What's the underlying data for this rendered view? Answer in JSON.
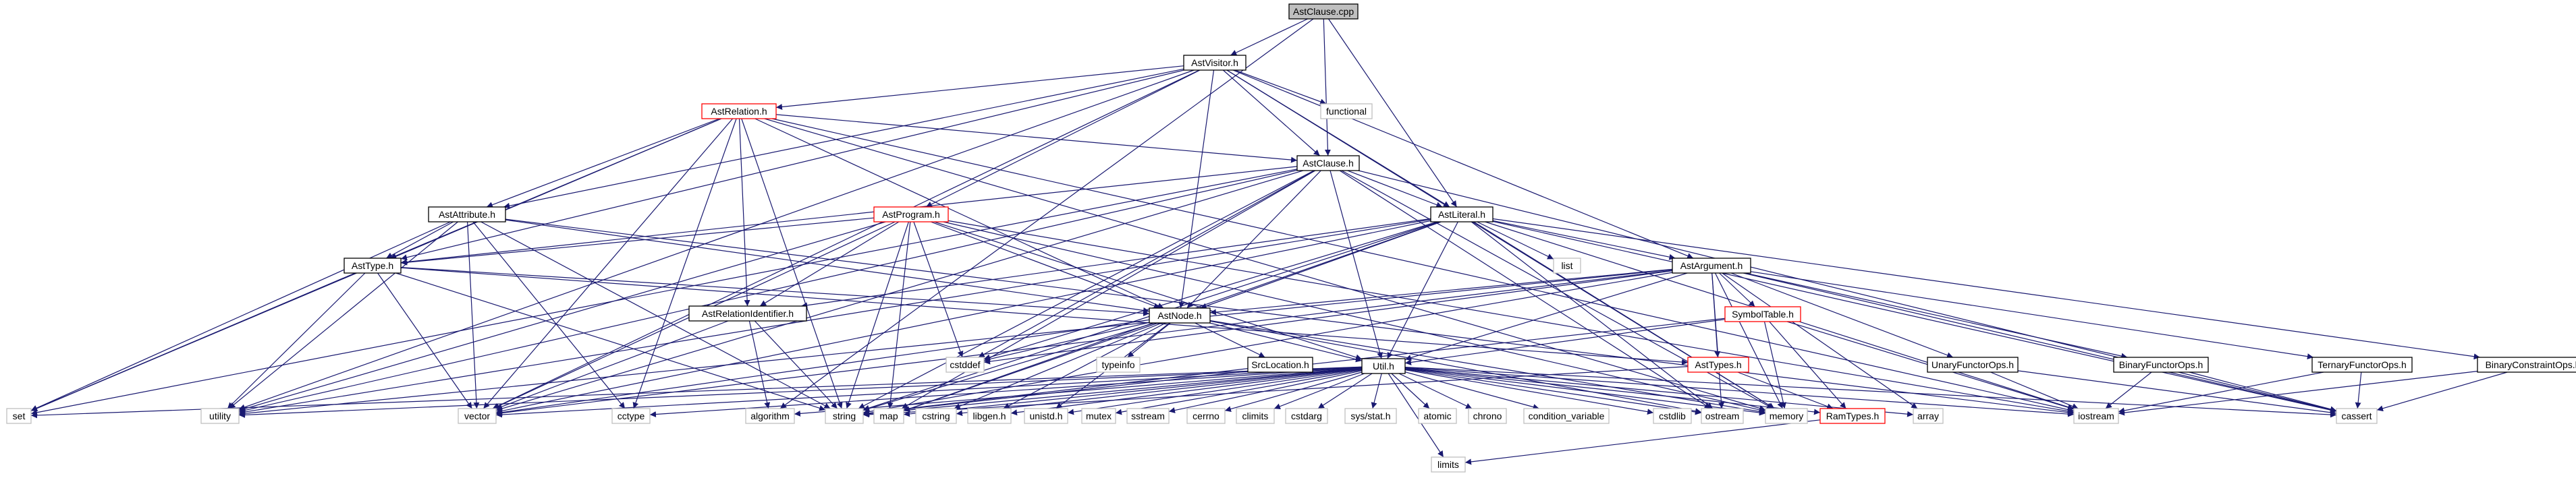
{
  "colors": {
    "edge": "#191970",
    "border_default": "#000000",
    "border_ext": "#bfbfbf",
    "border_red": "#ff0000",
    "root_fill": "#bfbfbf"
  },
  "nodes": [
    {
      "id": "astclause_cpp",
      "label": "AstClause.cpp",
      "style": "root"
    },
    {
      "id": "astvisitor_h",
      "label": "AstVisitor.h",
      "style": "default"
    },
    {
      "id": "functional",
      "label": "functional",
      "style": "ext"
    },
    {
      "id": "astrelation_h",
      "label": "AstRelation.h",
      "style": "red"
    },
    {
      "id": "astclause_h",
      "label": "AstClause.h",
      "style": "default"
    },
    {
      "id": "astprogram_h",
      "label": "AstProgram.h",
      "style": "red"
    },
    {
      "id": "astliteral_h",
      "label": "AstLiteral.h",
      "style": "default"
    },
    {
      "id": "astattribute_h",
      "label": "AstAttribute.h",
      "style": "default"
    },
    {
      "id": "asttype_h",
      "label": "AstType.h",
      "style": "default"
    },
    {
      "id": "astargument_h",
      "label": "AstArgument.h",
      "style": "default"
    },
    {
      "id": "list",
      "label": "list",
      "style": "ext"
    },
    {
      "id": "astnode_h",
      "label": "AstNode.h",
      "style": "default"
    },
    {
      "id": "astrelationidentifier_h",
      "label": "AstRelationIdentifier.h",
      "style": "default"
    },
    {
      "id": "symboltable_h",
      "label": "SymbolTable.h",
      "style": "red"
    },
    {
      "id": "cstddef",
      "label": "cstddef",
      "style": "ext"
    },
    {
      "id": "typeinfo",
      "label": "typeinfo",
      "style": "ext"
    },
    {
      "id": "srclocation_h",
      "label": "SrcLocation.h",
      "style": "default"
    },
    {
      "id": "util_h",
      "label": "Util.h",
      "style": "default"
    },
    {
      "id": "asttypes_h",
      "label": "AstTypes.h",
      "style": "red"
    },
    {
      "id": "unaryfunctorops_h",
      "label": "UnaryFunctorOps.h",
      "style": "default"
    },
    {
      "id": "binaryfunctorops_h",
      "label": "BinaryFunctorOps.h",
      "style": "default"
    },
    {
      "id": "ternaryfunctorops_h",
      "label": "TernaryFunctorOps.h",
      "style": "default"
    },
    {
      "id": "binaryconstraintops_h",
      "label": "BinaryConstraintOps.h",
      "style": "default"
    },
    {
      "id": "set",
      "label": "set",
      "style": "ext"
    },
    {
      "id": "utility",
      "label": "utility",
      "style": "ext"
    },
    {
      "id": "vector",
      "label": "vector",
      "style": "ext"
    },
    {
      "id": "cctype",
      "label": "cctype",
      "style": "ext"
    },
    {
      "id": "algorithm",
      "label": "algorithm",
      "style": "ext"
    },
    {
      "id": "string",
      "label": "string",
      "style": "ext"
    },
    {
      "id": "map",
      "label": "map",
      "style": "ext"
    },
    {
      "id": "cstring",
      "label": "cstring",
      "style": "ext"
    },
    {
      "id": "libgen_h",
      "label": "libgen.h",
      "style": "ext"
    },
    {
      "id": "unistd_h",
      "label": "unistd.h",
      "style": "ext"
    },
    {
      "id": "mutex",
      "label": "mutex",
      "style": "ext"
    },
    {
      "id": "sstream",
      "label": "sstream",
      "style": "ext"
    },
    {
      "id": "cerrno",
      "label": "cerrno",
      "style": "ext"
    },
    {
      "id": "climits",
      "label": "climits",
      "style": "ext"
    },
    {
      "id": "cstdarg",
      "label": "cstdarg",
      "style": "ext"
    },
    {
      "id": "sys_stat_h",
      "label": "sys/stat.h",
      "style": "ext"
    },
    {
      "id": "atomic",
      "label": "atomic",
      "style": "ext"
    },
    {
      "id": "chrono",
      "label": "chrono",
      "style": "ext"
    },
    {
      "id": "condition_variable",
      "label": "condition_variable",
      "style": "ext"
    },
    {
      "id": "cstdlib",
      "label": "cstdlib",
      "style": "ext"
    },
    {
      "id": "ostream",
      "label": "ostream",
      "style": "ext"
    },
    {
      "id": "memory",
      "label": "memory",
      "style": "ext"
    },
    {
      "id": "ramtypes_h",
      "label": "RamTypes.h",
      "style": "red"
    },
    {
      "id": "array",
      "label": "array",
      "style": "ext"
    },
    {
      "id": "iostream",
      "label": "iostream",
      "style": "ext"
    },
    {
      "id": "cassert",
      "label": "cassert",
      "style": "ext"
    },
    {
      "id": "limits",
      "label": "limits",
      "style": "ext"
    }
  ],
  "edges": [
    [
      "astclause_cpp",
      "astvisitor_h"
    ],
    [
      "astclause_cpp",
      "astclause_h"
    ],
    [
      "astclause_cpp",
      "astliteral_h"
    ],
    [
      "astclause_cpp",
      "algorithm"
    ],
    [
      "astvisitor_h",
      "functional"
    ],
    [
      "astvisitor_h",
      "astrelation_h"
    ],
    [
      "astvisitor_h",
      "astclause_h"
    ],
    [
      "astvisitor_h",
      "astprogram_h"
    ],
    [
      "astvisitor_h",
      "astliteral_h"
    ],
    [
      "astvisitor_h",
      "astargument_h"
    ],
    [
      "astvisitor_h",
      "astnode_h"
    ],
    [
      "astvisitor_h",
      "astattribute_h"
    ],
    [
      "astvisitor_h",
      "asttype_h"
    ],
    [
      "astvisitor_h",
      "utility"
    ],
    [
      "astvisitor_h",
      "vector"
    ],
    [
      "astvisitor_h",
      "memory"
    ],
    [
      "astrelation_h",
      "astclause_h"
    ],
    [
      "astrelation_h",
      "astattribute_h"
    ],
    [
      "astrelation_h",
      "asttype_h"
    ],
    [
      "astrelation_h",
      "astnode_h"
    ],
    [
      "astrelation_h",
      "astrelationidentifier_h"
    ],
    [
      "astrelation_h",
      "set"
    ],
    [
      "astrelation_h",
      "vector"
    ],
    [
      "astrelation_h",
      "cctype"
    ],
    [
      "astrelation_h",
      "string"
    ],
    [
      "astrelation_h",
      "memory"
    ],
    [
      "astrelation_h",
      "iostream"
    ],
    [
      "astclause_h",
      "astliteral_h"
    ],
    [
      "astclause_h",
      "astnode_h"
    ],
    [
      "astclause_h",
      "asttype_h"
    ],
    [
      "astclause_h",
      "util_h"
    ],
    [
      "astclause_h",
      "set"
    ],
    [
      "astclause_h",
      "vector"
    ],
    [
      "astclause_h",
      "map"
    ],
    [
      "astclause_h",
      "cstddef"
    ],
    [
      "astclause_h",
      "memory"
    ],
    [
      "astclause_h",
      "ostream"
    ],
    [
      "astclause_h",
      "string"
    ],
    [
      "astclause_h",
      "utility"
    ],
    [
      "astclause_h",
      "cassert"
    ],
    [
      "astprogram_h",
      "asttype_h"
    ],
    [
      "astprogram_h",
      "astnode_h"
    ],
    [
      "astprogram_h",
      "astrelationidentifier_h"
    ],
    [
      "astprogram_h",
      "util_h"
    ],
    [
      "astprogram_h",
      "map"
    ],
    [
      "astprogram_h",
      "vector"
    ],
    [
      "astprogram_h",
      "cstddef"
    ],
    [
      "astprogram_h",
      "memory"
    ],
    [
      "astprogram_h",
      "utility"
    ],
    [
      "astprogram_h",
      "iostream"
    ],
    [
      "astprogram_h",
      "string"
    ],
    [
      "astliteral_h",
      "astargument_h"
    ],
    [
      "astliteral_h",
      "astnode_h"
    ],
    [
      "astliteral_h",
      "astrelationidentifier_h"
    ],
    [
      "astliteral_h",
      "util_h"
    ],
    [
      "astliteral_h",
      "list"
    ],
    [
      "astliteral_h",
      "cstddef"
    ],
    [
      "astliteral_h",
      "memory"
    ],
    [
      "astliteral_h",
      "ostream"
    ],
    [
      "astliteral_h",
      "string"
    ],
    [
      "astliteral_h",
      "vector"
    ],
    [
      "astliteral_h",
      "utility"
    ],
    [
      "astliteral_h",
      "iostream"
    ],
    [
      "astliteral_h",
      "cassert"
    ],
    [
      "astliteral_h",
      "binaryconstraintops_h"
    ],
    [
      "astliteral_h",
      "map"
    ],
    [
      "astattribute_h",
      "asttype_h"
    ],
    [
      "astattribute_h",
      "astnode_h"
    ],
    [
      "astattribute_h",
      "set"
    ],
    [
      "astattribute_h",
      "vector"
    ],
    [
      "astattribute_h",
      "cctype"
    ],
    [
      "astattribute_h",
      "string"
    ],
    [
      "astattribute_h",
      "utility"
    ],
    [
      "astattribute_h",
      "iostream"
    ],
    [
      "asttype_h",
      "astnode_h"
    ],
    [
      "asttype_h",
      "set"
    ],
    [
      "asttype_h",
      "vector"
    ],
    [
      "asttype_h",
      "string"
    ],
    [
      "asttype_h",
      "utility"
    ],
    [
      "asttype_h",
      "asttypes_h"
    ],
    [
      "astargument_h",
      "astnode_h"
    ],
    [
      "astargument_h",
      "symboltable_h"
    ],
    [
      "astargument_h",
      "asttypes_h"
    ],
    [
      "astargument_h",
      "util_h"
    ],
    [
      "astargument_h",
      "unaryfunctorops_h"
    ],
    [
      "astargument_h",
      "binaryfunctorops_h"
    ],
    [
      "astargument_h",
      "ternaryfunctorops_h"
    ],
    [
      "astargument_h",
      "cstddef"
    ],
    [
      "astargument_h",
      "memory"
    ],
    [
      "astargument_h",
      "ostream"
    ],
    [
      "astargument_h",
      "array"
    ],
    [
      "astargument_h",
      "string"
    ],
    [
      "astargument_h",
      "vector"
    ],
    [
      "astargument_h",
      "utility"
    ],
    [
      "astargument_h",
      "cassert"
    ],
    [
      "astnode_h",
      "srclocation_h"
    ],
    [
      "astnode_h",
      "util_h"
    ],
    [
      "astnode_h",
      "cstddef"
    ],
    [
      "astnode_h",
      "typeinfo"
    ],
    [
      "astnode_h",
      "memory"
    ],
    [
      "astnode_h",
      "ostream"
    ],
    [
      "astnode_h",
      "string"
    ],
    [
      "astnode_h",
      "vector"
    ],
    [
      "astnode_h",
      "map"
    ],
    [
      "astnode_h",
      "cstring"
    ],
    [
      "astnode_h",
      "libgen_h"
    ],
    [
      "astnode_h",
      "unistd_h"
    ],
    [
      "astrelationidentifier_h",
      "algorithm"
    ],
    [
      "astrelationidentifier_h",
      "string"
    ],
    [
      "astrelationidentifier_h",
      "vector"
    ],
    [
      "symboltable_h",
      "util_h"
    ],
    [
      "symboltable_h",
      "ramtypes_h"
    ],
    [
      "symboltable_h",
      "iostream"
    ],
    [
      "symboltable_h",
      "memory"
    ],
    [
      "symboltable_h",
      "string"
    ],
    [
      "srclocation_h",
      "string"
    ],
    [
      "util_h",
      "set"
    ],
    [
      "util_h",
      "utility"
    ],
    [
      "util_h",
      "vector"
    ],
    [
      "util_h",
      "cctype"
    ],
    [
      "util_h",
      "algorithm"
    ],
    [
      "util_h",
      "string"
    ],
    [
      "util_h",
      "map"
    ],
    [
      "util_h",
      "cstring"
    ],
    [
      "util_h",
      "libgen_h"
    ],
    [
      "util_h",
      "unistd_h"
    ],
    [
      "util_h",
      "mutex"
    ],
    [
      "util_h",
      "sstream"
    ],
    [
      "util_h",
      "cerrno"
    ],
    [
      "util_h",
      "climits"
    ],
    [
      "util_h",
      "cstdarg"
    ],
    [
      "util_h",
      "sys_stat_h"
    ],
    [
      "util_h",
      "atomic"
    ],
    [
      "util_h",
      "chrono"
    ],
    [
      "util_h",
      "condition_variable"
    ],
    [
      "util_h",
      "cstdlib"
    ],
    [
      "util_h",
      "ostream"
    ],
    [
      "util_h",
      "memory"
    ],
    [
      "util_h",
      "ramtypes_h"
    ],
    [
      "util_h",
      "array"
    ],
    [
      "util_h",
      "iostream"
    ],
    [
      "util_h",
      "cassert"
    ],
    [
      "util_h",
      "limits"
    ],
    [
      "asttypes_h",
      "ramtypes_h"
    ],
    [
      "asttypes_h",
      "string"
    ],
    [
      "unaryfunctorops_h",
      "iostream"
    ],
    [
      "unaryfunctorops_h",
      "cassert"
    ],
    [
      "binaryfunctorops_h",
      "iostream"
    ],
    [
      "binaryfunctorops_h",
      "cassert"
    ],
    [
      "ternaryfunctorops_h",
      "iostream"
    ],
    [
      "ternaryfunctorops_h",
      "cassert"
    ],
    [
      "binaryconstraintops_h",
      "iostream"
    ],
    [
      "binaryconstraintops_h",
      "cassert"
    ],
    [
      "ramtypes_h",
      "limits"
    ]
  ]
}
